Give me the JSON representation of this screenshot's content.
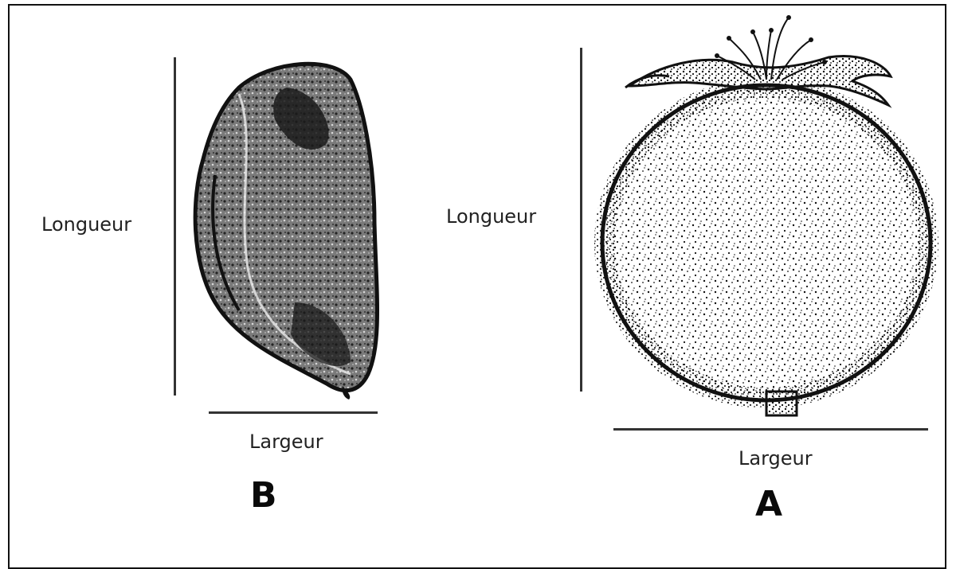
{
  "figure": {
    "panel_b": {
      "letter": "B",
      "length_label": "Longueur",
      "width_label": "Largeur"
    },
    "panel_a": {
      "letter": "A",
      "length_label": "Longueur",
      "width_label": "Largeur"
    }
  },
  "colors": {
    "frame": "#111111",
    "ink": "#333333",
    "seed_fill": "#7a7a7a"
  }
}
